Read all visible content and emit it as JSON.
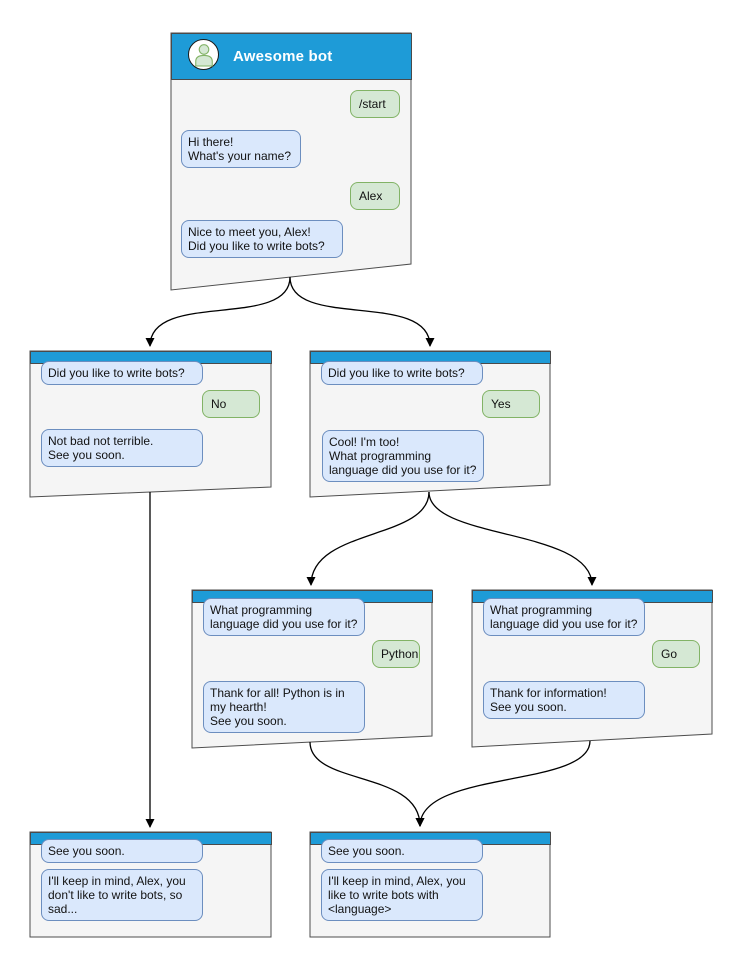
{
  "colors": {
    "header_blue": "#1E9BD7",
    "window_fill": "#F5F5F5",
    "window_stroke": "#4D4D4D",
    "bot_bubble_fill": "#DAE8FC",
    "bot_bubble_stroke": "#6C8EBF",
    "user_bubble_fill": "#D5E8D4",
    "user_bubble_stroke": "#82B366",
    "arrow": "#000000"
  },
  "icons": {
    "avatar": "bot-avatar-person-icon"
  },
  "windows": {
    "root": {
      "title": "Awesome bot",
      "messages": {
        "start": "/start",
        "greeting": "Hi there!\nWhat's your name?",
        "name": "Alex",
        "ask": "Nice to meet you, Alex!\nDid you like to write bots?"
      }
    },
    "no_branch": {
      "messages": {
        "question": "Did you like to write bots?",
        "answer": "No",
        "reply": "Not bad not terrible.\nSee you soon."
      }
    },
    "yes_branch": {
      "messages": {
        "question": "Did you like to write bots?",
        "answer": "Yes",
        "reply": "Cool! I'm too!\nWhat programming\nlanguage did you use for it?"
      }
    },
    "python_branch": {
      "messages": {
        "question": "What programming\nlanguage did you use for it?",
        "answer": "Python",
        "reply": "Thank for all! Python is in\nmy hearth!\nSee you soon."
      }
    },
    "go_branch": {
      "messages": {
        "question": "What programming\nlanguage did you use for it?",
        "answer": "Go",
        "reply": "Thank for information!\nSee you soon."
      }
    },
    "bye_no": {
      "messages": {
        "question": "See you soon.",
        "reply": "I'll keep in mind, Alex, you\ndon't like to write bots, so\nsad..."
      }
    },
    "bye_yes": {
      "messages": {
        "question": "See you soon.",
        "reply": "I'll keep in mind, Alex, you\nlike to write bots with\n<language>"
      }
    }
  }
}
